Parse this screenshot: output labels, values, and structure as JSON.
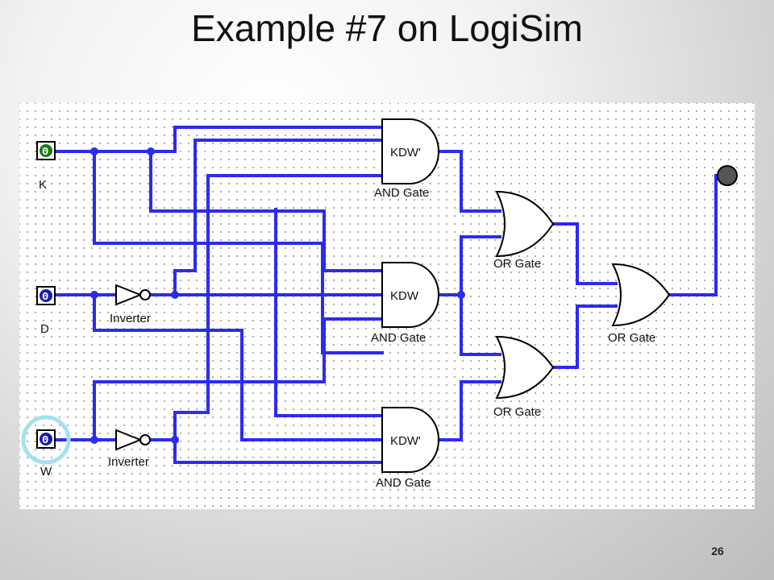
{
  "slide": {
    "title": "Example #7 on LogiSim",
    "page_number": "26"
  },
  "inputs": [
    {
      "label": "K",
      "value": "0"
    },
    {
      "label": "D",
      "value": "0"
    },
    {
      "label": "W",
      "value": "0"
    }
  ],
  "inverters": [
    {
      "label": "Inverter"
    },
    {
      "label": "Inverter"
    }
  ],
  "and_gates": [
    {
      "text": "KDW'",
      "label": "AND Gate"
    },
    {
      "text": "KDW",
      "label": "AND Gate"
    },
    {
      "text": "KDW'",
      "label": "AND Gate"
    }
  ],
  "or_gates": [
    {
      "label": "OR Gate"
    },
    {
      "label": "OR Gate"
    },
    {
      "label": "OR Gate"
    }
  ],
  "colors": {
    "wire": "#2b2bf2",
    "pin_green": "#1a7a1a",
    "pin_blue": "#1a1aa8",
    "selection_ring": "#a6e0ee",
    "output_led": "#555555"
  }
}
